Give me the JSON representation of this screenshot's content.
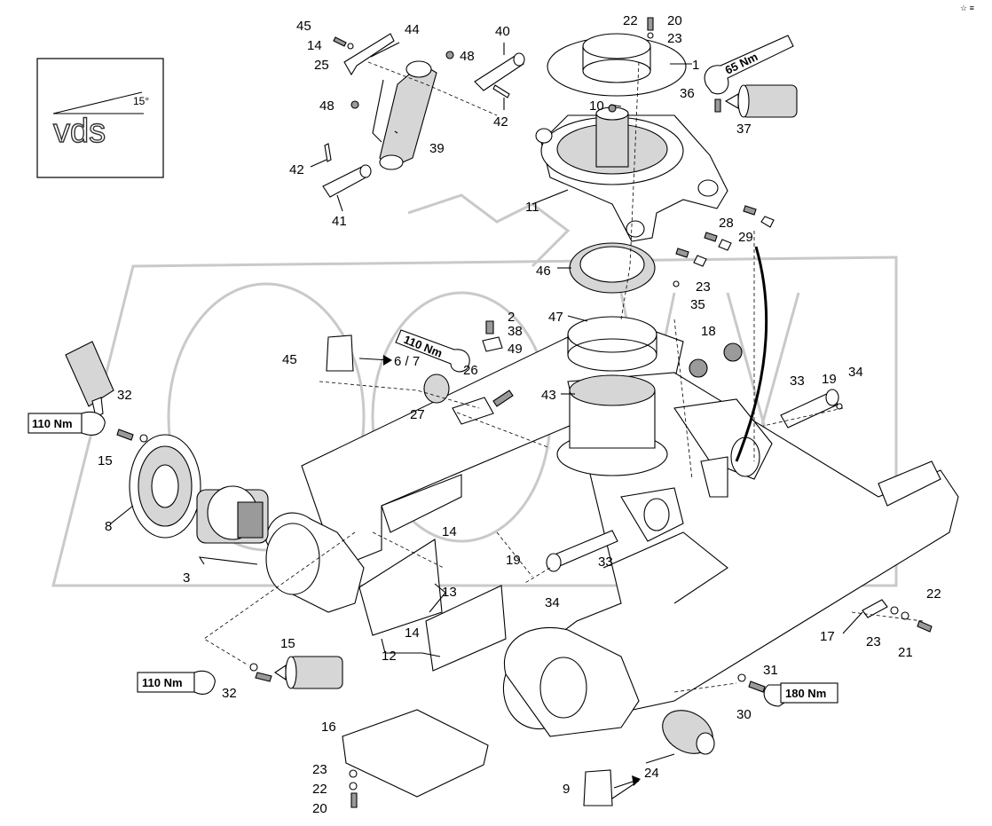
{
  "logo": {
    "text": "vds",
    "angle": "15°"
  },
  "corner_mark": "☆ ≡",
  "torque": {
    "t65": "65 Nm",
    "t110a": "110 Nm",
    "t110b": "110 Nm",
    "t110c": "110 Nm",
    "t180": "180 Nm"
  },
  "callouts": {
    "c1": "1",
    "c2": "2",
    "c3": "3",
    "c45": "45",
    "c67": "6 / 7",
    "c8": "8",
    "c9": "9",
    "c10": "10",
    "c11": "11",
    "c12": "12",
    "c13": "13",
    "c14a": "14",
    "c14b": "14",
    "c14c": "14",
    "c15a": "15",
    "c15b": "15",
    "c16": "16",
    "c17": "17",
    "c18": "18",
    "c19a": "19",
    "c19b": "19",
    "c20a": "20",
    "c20b": "20",
    "c21": "21",
    "c22a": "22",
    "c22b": "22",
    "c22c": "22",
    "c23a": "23",
    "c23b": "23",
    "c23c": "23",
    "c23d": "23",
    "c24": "24",
    "c25": "25",
    "c26": "26",
    "c27": "27",
    "c28": "28",
    "c29": "29",
    "c30": "30",
    "c31": "31",
    "c32a": "32",
    "c32b": "32",
    "c33a": "33",
    "c33b": "33",
    "c34a": "34",
    "c34b": "34",
    "c35": "35",
    "c36": "36",
    "c37": "37",
    "c38": "38",
    "c39": "39",
    "c40": "40",
    "c41": "41",
    "c42a": "42",
    "c42b": "42",
    "c43": "43",
    "c44": "44",
    "c46": "46",
    "c47": "47",
    "c48a": "48",
    "c48b": "48",
    "c49": "49"
  }
}
